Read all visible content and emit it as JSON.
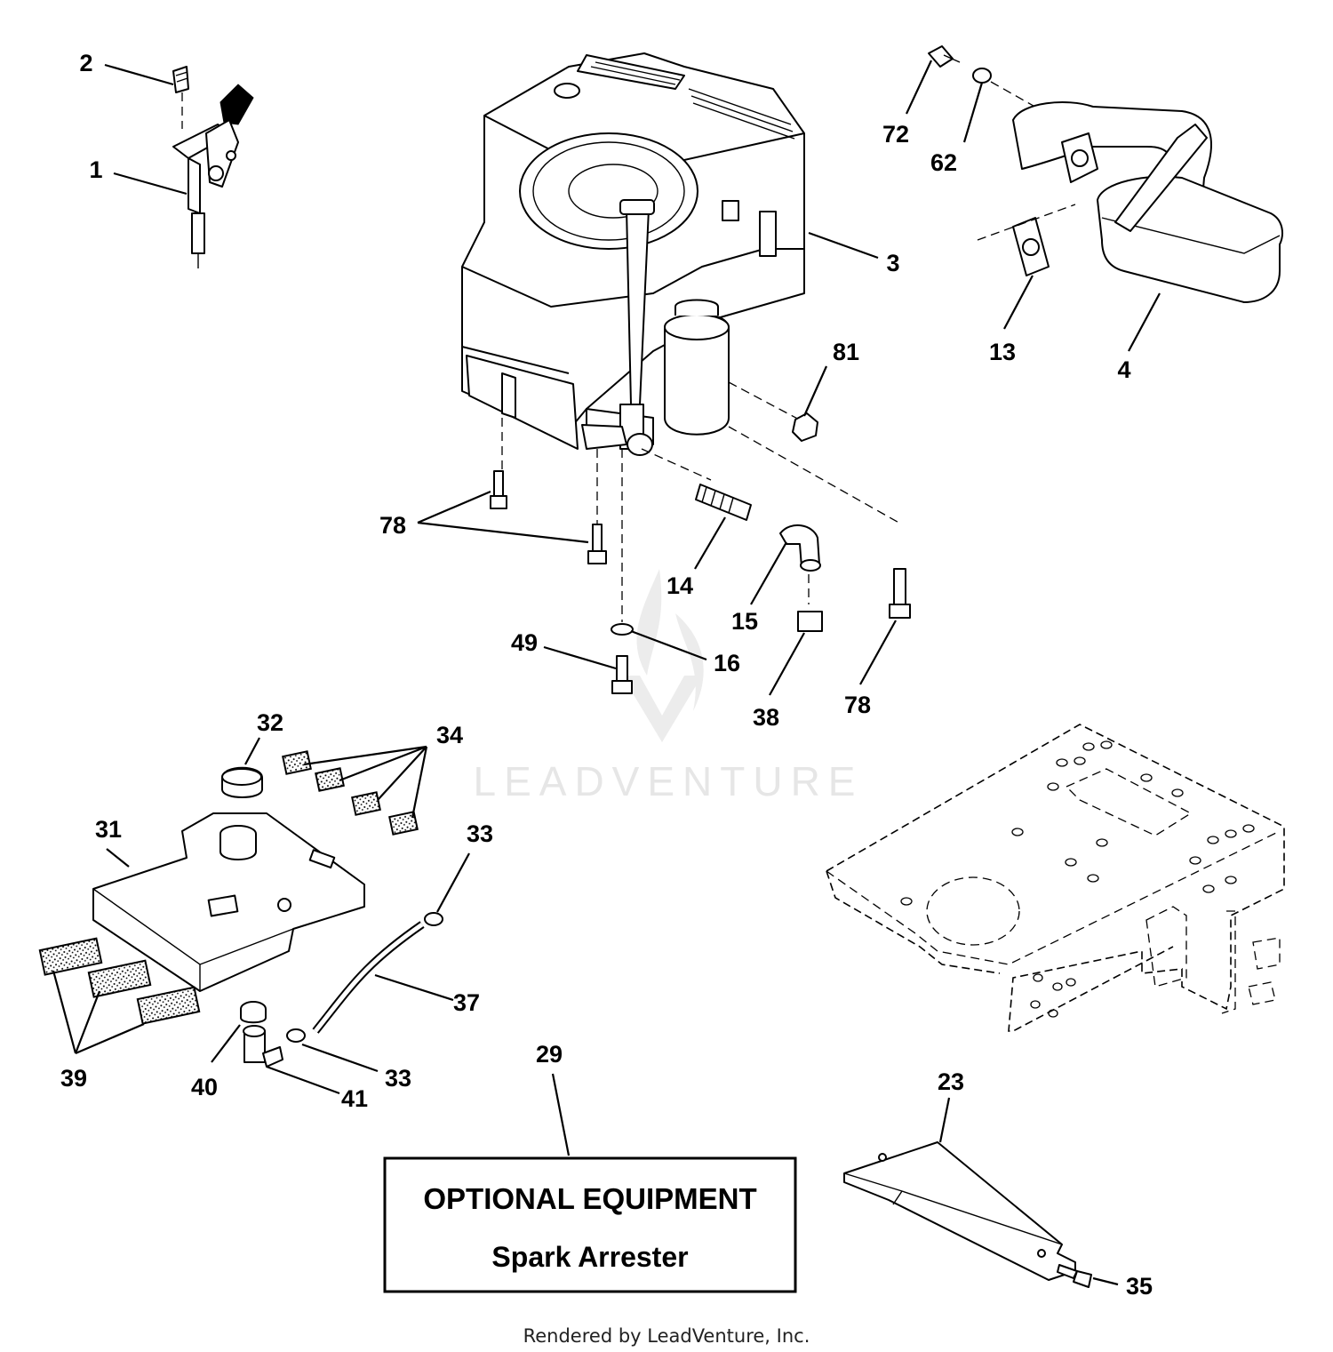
{
  "watermark": {
    "text": "LEADVENTURE"
  },
  "footer": {
    "text": "Rendered by LeadVenture, Inc."
  },
  "optional_box": {
    "title": "OPTIONAL EQUIPMENT",
    "subtitle": "Spark Arrester"
  },
  "callouts": {
    "c1": "1",
    "c2": "2",
    "c3": "3",
    "c4": "4",
    "c13": "13",
    "c14": "14",
    "c15": "15",
    "c16": "16",
    "c23": "23",
    "c29": "29",
    "c31": "31",
    "c32": "32",
    "c33a": "33",
    "c33b": "33",
    "c34": "34",
    "c35": "35",
    "c37": "37",
    "c38": "38",
    "c39": "39",
    "c40": "40",
    "c41": "41",
    "c49": "49",
    "c62": "62",
    "c72": "72",
    "c78a": "78",
    "c78b": "78",
    "c81": "81"
  }
}
